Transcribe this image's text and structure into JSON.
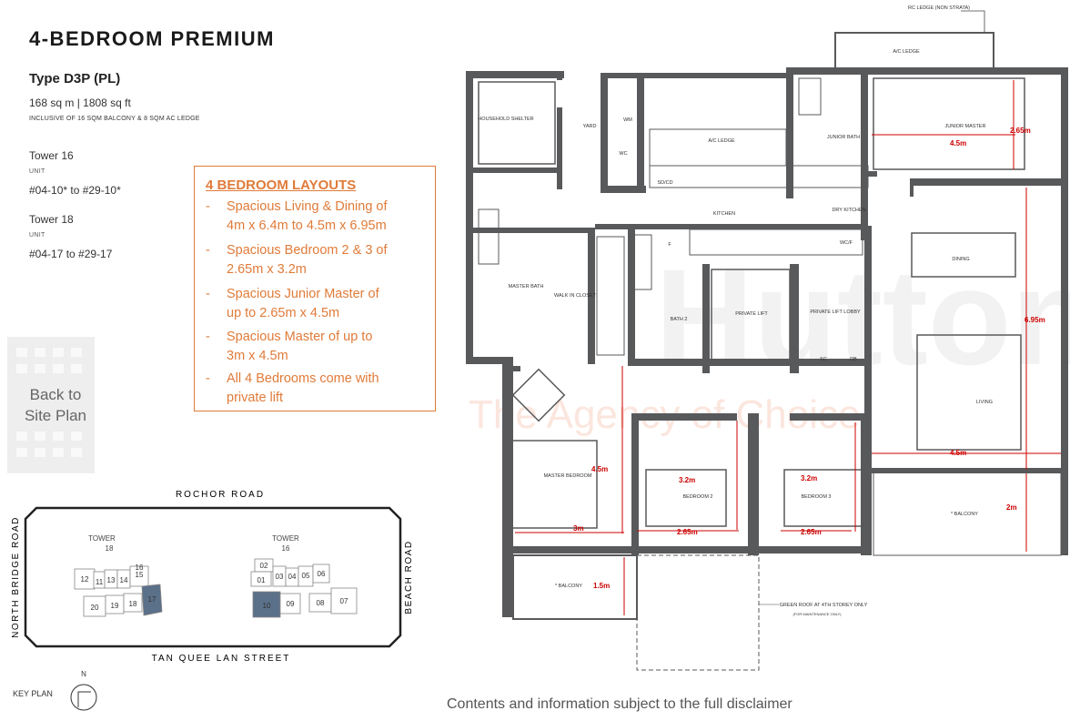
{
  "header": {
    "title": "4-BEDROOM PREMIUM",
    "type": "Type D3P (PL)",
    "size": "168 sq m | 1808 sq ft",
    "inclusive": "INCLUSIVE OF 16 SQM BALCONY & 8 SQM AC LEDGE"
  },
  "towers": [
    {
      "tower": "Tower 16",
      "unit_label": "UNIT",
      "units": "#04-10* to #29-10*"
    },
    {
      "tower": "Tower 18",
      "unit_label": "UNIT",
      "units": "#04-17 to #29-17"
    }
  ],
  "layouts": {
    "title": "4 BEDROOM LAYOUTS",
    "items": [
      {
        "dash": "-",
        "lines": [
          "Spacious Living & Dining of",
          "4m x 6.4m to 4.5m x 6.95m"
        ]
      },
      {
        "dash": "-",
        "lines": [
          "Spacious Bedroom 2 & 3 of",
          "2.65m x 3.2m"
        ]
      },
      {
        "dash": "-",
        "lines": [
          "Spacious Junior Master of",
          "up to 2.65m x 4.5m"
        ]
      },
      {
        "dash": "-",
        "lines": [
          "Spacious Master of up to",
          "3m x 4.5m"
        ]
      },
      {
        "dash": "-",
        "lines": [
          "All 4 Bedrooms come with",
          "private lift"
        ]
      }
    ]
  },
  "back_button": {
    "line1": "Back to",
    "line2": "Site Plan"
  },
  "key_plan": {
    "label": "KEY PLAN",
    "north": "N",
    "roads": {
      "top": "ROCHOR ROAD",
      "bottom": "TAN QUEE LAN STREET",
      "left": "NORTH BRIDGE ROAD",
      "right": "BEACH ROAD"
    },
    "tower18": {
      "name": "TOWER",
      "number": "18",
      "units": [
        "12",
        "11",
        "13",
        "14",
        "15",
        "16",
        "20",
        "19",
        "18",
        "17"
      ]
    },
    "tower16": {
      "name": "TOWER",
      "number": "16",
      "units": [
        "02",
        "01",
        "03",
        "04",
        "05",
        "06",
        "10",
        "09",
        "08",
        "07"
      ]
    }
  },
  "floorplan": {
    "rooms": {
      "household_shelter": "HOUSEHOLD SHELTER",
      "yard": "YARD",
      "wm": "WM",
      "wc": "WC",
      "ac_ledge_top": "A/C LEDGE",
      "ac_ledge_mid": "A/C LEDGE",
      "rc_ledge": "RC LEDGE (NON STRATA)",
      "junior_bath": "JUNIOR BATH",
      "junior_master": "JUNIOR MASTER",
      "sd_cd": "SD/CD",
      "kitchen": "KITCHEN",
      "dry_kitchen": "DRY KITCHEN",
      "f": "F",
      "wcf": "WC/F",
      "dining": "DINING",
      "master_bath": "MASTER BATH",
      "walk_in_closet": "WALK IN CLOSET",
      "bath2": "BATH 2",
      "private_lift": "PRIVATE LIFT",
      "private_lift_lobby": "PRIVATE LIFT LOBBY",
      "sc": "SC",
      "db": "DB",
      "living": "LIVING",
      "master_bedroom": "MASTER BEDROOM",
      "bedroom2": "BEDROOM 2",
      "bedroom3": "BEDROOM 3",
      "balcony_right": "* BALCONY",
      "balcony_left": "* BALCONY",
      "green_roof": "GREEN ROOF AT 4TH STOREY ONLY",
      "green_roof_note": "(FOR MAINTENANCE ONLY)"
    },
    "dims": {
      "jm_w": "2.65m",
      "jm_h": "4.5m",
      "living_h": "6.95m",
      "living_w": "4.5m",
      "master_h": "4.5m",
      "master_w": "3m",
      "bed2_h": "3.2m",
      "bed2_w": "2.65m",
      "bed3_h": "3.2m",
      "bed3_w": "2.65m",
      "balcony_r": "2m",
      "balcony_l": "1.5m"
    },
    "watermark": {
      "line1": "Huttons",
      "line2": "The Agency of Choice"
    }
  },
  "disclaimer": "Contents and information subject to the full disclaimer",
  "colors": {
    "accent": "#e07b39",
    "dimension": "#cc0000",
    "wall": "#58595b",
    "unit_highlight": "#5b7089"
  }
}
